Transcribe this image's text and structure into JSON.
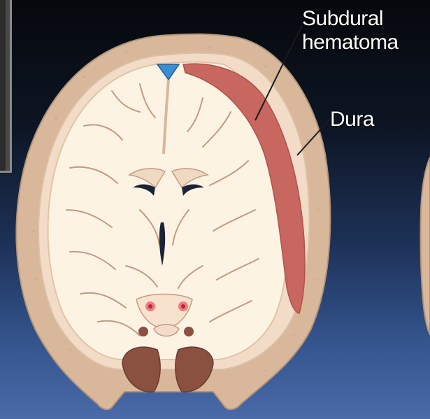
{
  "labels": {
    "subdural_line1": "Subdural",
    "subdural_line2": "hematoma",
    "dura": "Dura"
  },
  "colors": {
    "background_top": "#06080c",
    "background_bottom": "#4a6aa8",
    "skull": "#d8b79a",
    "dura": "#f2dcc8",
    "brain": "#fdf3e3",
    "sulci": "#c49a82",
    "hematoma": "#c8675f",
    "ventricle": "#1b2338",
    "sinus": "#3a8fd3",
    "cerebellum": "#8a5040"
  }
}
